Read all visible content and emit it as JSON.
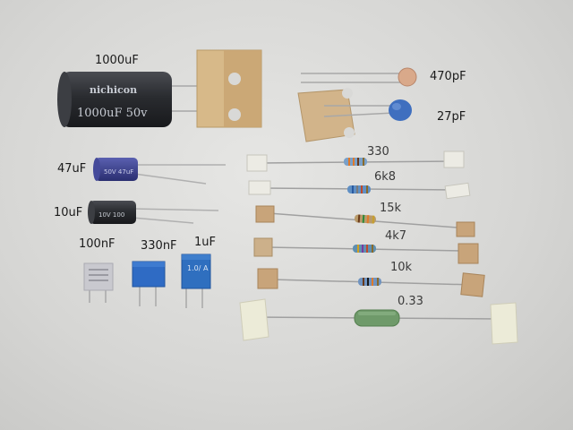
{
  "photo": {
    "background_color": "#d9d9d7",
    "electrolytic_capacitors": [
      {
        "label": "1000uF",
        "sleeve_text": "nichicon",
        "rating_text": "1000uF 50v",
        "body_color": "#2e3034"
      },
      {
        "label": "47uF",
        "sleeve_text": "50V 47uF",
        "body_color": "#3a3f8a"
      },
      {
        "label": "10uF",
        "sleeve_text": "10V 100",
        "body_color": "#2b2d31"
      }
    ],
    "ceramic_capacitors": [
      {
        "label": "470pF",
        "body_color": "#d9a98a"
      },
      {
        "label": "27pF",
        "body_color": "#3f6fbf"
      }
    ],
    "film_capacitors": [
      {
        "label": "100nF",
        "body_color": "#c9c9cf"
      },
      {
        "label": "330nF",
        "body_color": "#2f6bc4"
      },
      {
        "label": "1uF",
        "marking_text": "1.0/ A",
        "body_color": "#2f6fbf"
      }
    ],
    "resistors": [
      {
        "label": "330",
        "body_color": "#7aa0c8"
      },
      {
        "label": "6k8",
        "body_color": "#5f8fc4"
      },
      {
        "label": "15k",
        "body_color": "#b89a6a"
      },
      {
        "label": "4k7",
        "body_color": "#5f8fb0"
      },
      {
        "label": "10k",
        "body_color": "#6f93c0"
      },
      {
        "label": "0.33",
        "body_color": "#6f9a6a"
      }
    ]
  }
}
